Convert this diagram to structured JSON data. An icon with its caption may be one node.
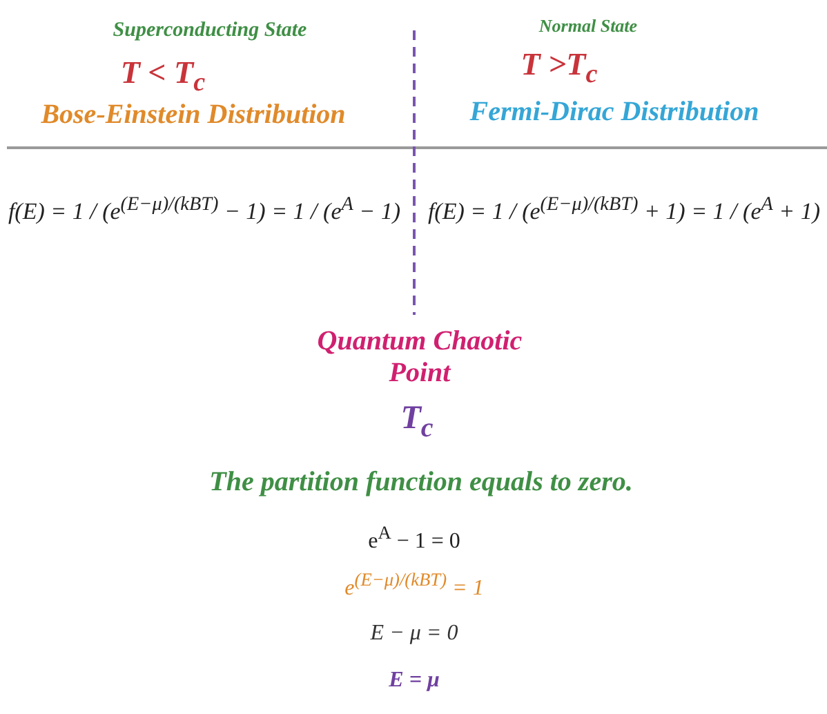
{
  "diagram": {
    "labels": [
      "Superconducting State",
      "Normal State",
      "T < T$_{c}$",
      "T >T$_{c}$",
      "Bose-Einstein Distribution",
      "Fermi-Dirac Distribution",
      "f(E) = 1 / (e$^{(E−μ)/(kBT)}$ − 1) = 1 / (e$^{A}$ − 1)",
      "f(E) = 1 / (e$^{(E−μ)/(kBT)}$ + 1) = 1 / (e$^{A}$ + 1)",
      "Quantum Chaotic Point",
      "T$_{c}$",
      "The partition function equals to zero.",
      "e$^{A}$ − 1 = 0",
      "e$^{(E−μ)/(kBT)}$ = 1",
      "E − μ = 0",
      "E = μ"
    ]
  }
}
